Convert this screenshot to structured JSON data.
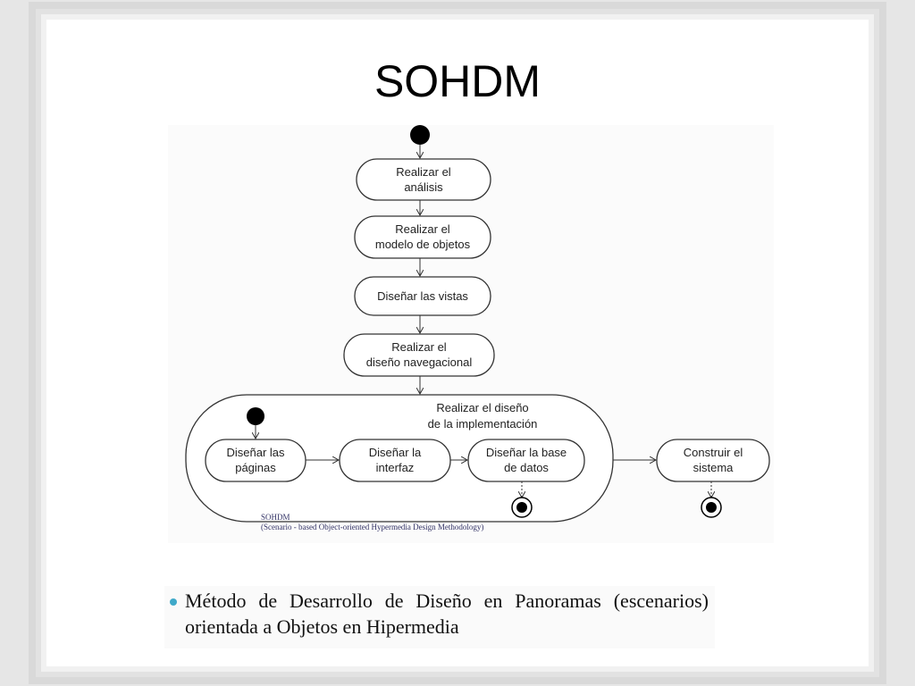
{
  "slide": {
    "title": "SOHDM",
    "bullet": "Método de Desarrollo de Diseño en Panoramas (escenarios) orientada a Objetos en Hipermedia",
    "bullet_color": "#3fa9c9"
  },
  "diagram": {
    "nodes": {
      "analisis": {
        "line1": "Realizar el",
        "line2": "análisis"
      },
      "modelo": {
        "line1": "Realizar el",
        "line2": "modelo de objetos"
      },
      "vistas": {
        "line1": "Diseñar las vistas"
      },
      "navegacional": {
        "line1": "Realizar el",
        "line2": "diseño navegacional"
      },
      "implementacion": {
        "line1": "Realizar el diseño",
        "line2": "de la implementación"
      },
      "paginas": {
        "line1": "Diseñar las",
        "line2": "páginas"
      },
      "interfaz": {
        "line1": "Diseñar la",
        "line2": "interfaz"
      },
      "base_datos": {
        "line1": "Diseñar la base",
        "line2": "de datos"
      },
      "construir": {
        "line1": "Construir el",
        "line2": "sistema"
      }
    },
    "caption": {
      "line1": "SOHDM",
      "line2": "(Scenario - based Object-oriented Hypermedia Design Methodology)"
    }
  }
}
